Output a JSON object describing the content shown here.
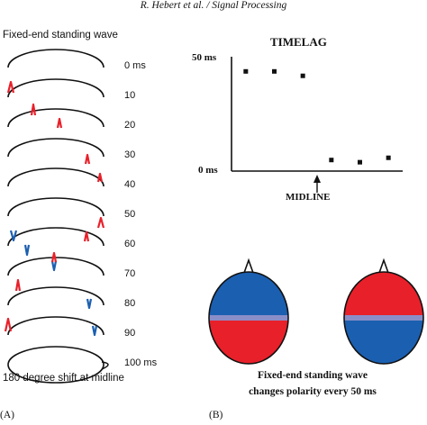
{
  "running_header": "R. Hebert et al. / Signal Processing",
  "panel_a": {
    "label": "(A)",
    "title": "Fixed-end standing wave",
    "caption": "180 degree shift at midline",
    "time_labels": [
      "0 ms",
      "10",
      "20",
      "30",
      "40",
      "50",
      "60",
      "70",
      "80",
      "90",
      "100 ms"
    ]
  },
  "panel_b": {
    "label": "(B)",
    "caption_line1": "Fixed-end standing wave",
    "caption_line2": "changes polarity every 50 ms",
    "head_colors": {
      "red": "#e8202a",
      "blue": "#1b5fb0",
      "band": "#8a8ec8"
    }
  },
  "chart_data": {
    "type": "scatter",
    "title": "TIMELAG",
    "y_tick_labels": [
      "50 ms",
      "0 ms"
    ],
    "ylim": [
      0,
      50
    ],
    "x_annotation": "MIDLINE",
    "x": [
      1,
      2,
      3,
      4,
      5,
      6
    ],
    "y": [
      45,
      45,
      43,
      5,
      4,
      6
    ],
    "midline_x": 3.5,
    "grid": false
  },
  "colors": {
    "red_spike": "#e8202a",
    "blue_spike": "#1b5fb0"
  }
}
